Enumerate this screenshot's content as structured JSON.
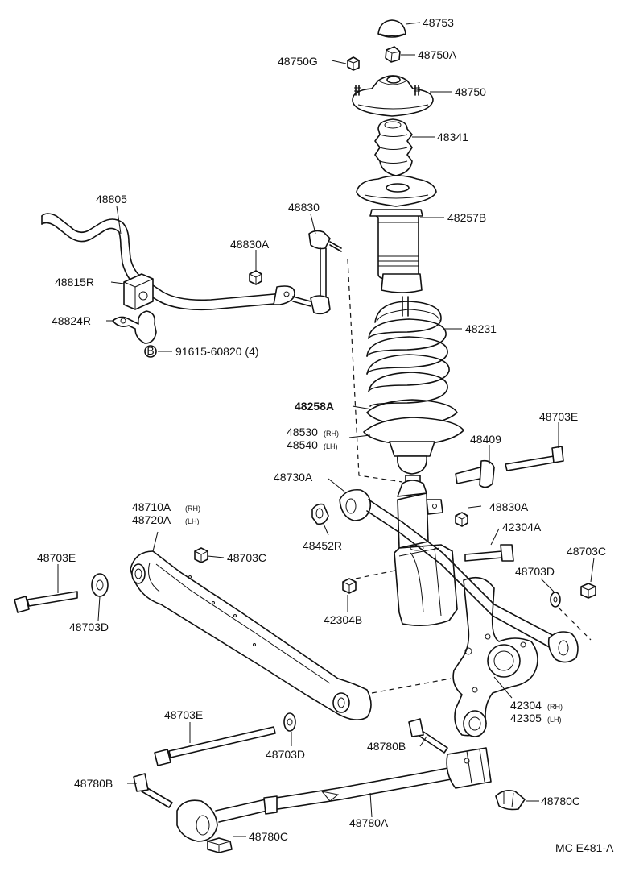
{
  "parts": {
    "p48753": "48753",
    "p48750G": "48750G",
    "p48750A": "48750A",
    "p48750": "48750",
    "p48341": "48341",
    "p48805": "48805",
    "p48830": "48830",
    "p48257B": "48257B",
    "p48830A_top": "48830A",
    "p48815R": "48815R",
    "p48231": "48231",
    "p48824R": "48824R",
    "p91615": "91615-60820 (4)",
    "p48258A": "48258A",
    "p48530": "48530",
    "p48530_sfx": "(RH)",
    "p48540": "48540",
    "p48540_sfx": "(LH)",
    "p48703E_right": "48703E",
    "p48409": "48409",
    "p48730A": "48730A",
    "p48710A": "48710A",
    "p48710A_sfx": "(RH)",
    "p48720A": "48720A",
    "p48720A_sfx": "(LH)",
    "p48830A_mid": "48830A",
    "p48452R": "48452R",
    "p42304A": "42304A",
    "p48703E_left": "48703E",
    "p48703C_left": "48703C",
    "p48703C_right": "48703C",
    "p48703D_right": "48703D",
    "p48703D_left": "48703D",
    "p42304B": "42304B",
    "p42304": "42304",
    "p42304_sfx": "(RH)",
    "p42305": "42305",
    "p42305_sfx": "(LH)",
    "p48703E_bottom": "48703E",
    "p48703D_bottom": "48703D",
    "p48780B_mid": "48780B",
    "p48780B_left": "48780B",
    "p48780C_right": "48780C",
    "p48780A": "48780A",
    "p48780C_bottom": "48780C"
  },
  "bolt_symbol": "B",
  "figure_code": "MC E481-A"
}
